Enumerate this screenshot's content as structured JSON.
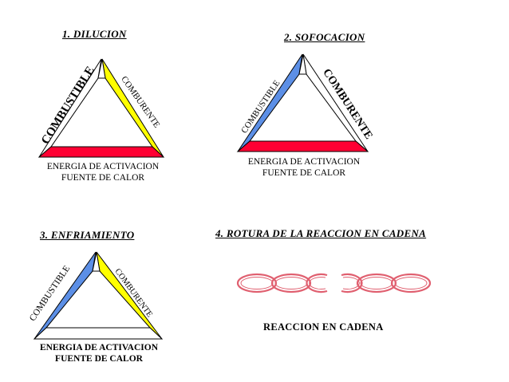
{
  "diagram": {
    "panels": [
      {
        "heading": "1. DILUCION",
        "left_side": "COMBUSTIBLE",
        "right_side": "COMBURENTE",
        "bottom_line1": "ENERGIA DE ACTIVACION",
        "bottom_line2": "FUENTE DE CALOR"
      },
      {
        "heading": "2. SOFOCACION",
        "left_side": "COMBUSTIBLE",
        "right_side": "COMBURENTE",
        "bottom_line1": "ENERGIA DE ACTIVACION",
        "bottom_line2": "FUENTE DE CALOR"
      },
      {
        "heading": "3. ENFRIAMIENTO",
        "left_side": "COMBUSTIBLE",
        "right_side": "COMBURENTE",
        "bottom_line1": "ENERGIA DE ACTIVACION",
        "bottom_line2": "FUENTE DE CALOR"
      },
      {
        "heading": "4. ROTURA DE LA REACCION EN CADENA",
        "caption": "REACCION EN CADENA"
      }
    ],
    "colors": {
      "red": "#ff0033",
      "yellow": "#ffff00",
      "blue": "#5c8fe6",
      "chain": "#e06070",
      "outline": "#000000"
    }
  }
}
